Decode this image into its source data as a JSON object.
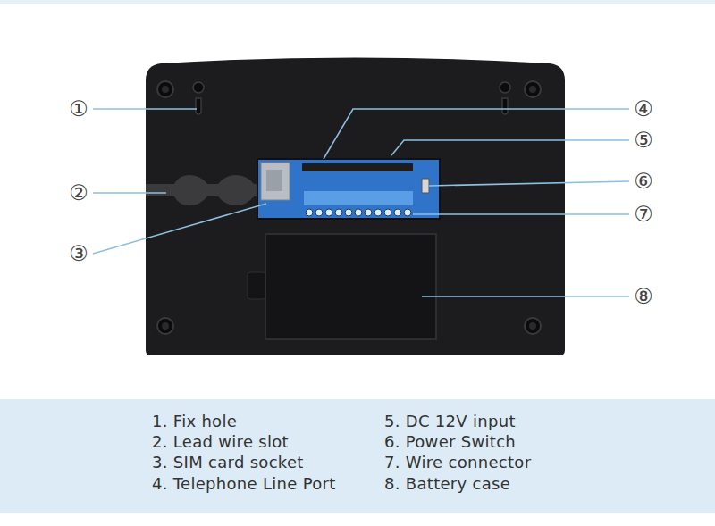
{
  "diagram": {
    "nodes": [
      {
        "text": [
          "1. Fix hole",
          "2. Lead wire slot",
          "3. SIM card socket",
          "4. Telephone Line Port",
          "5. DC 12V input",
          "6. Power Switch",
          "7. Wire connector",
          "8. Battery case"
        ]
      }
    ],
    "labels": [
      "①",
      "②",
      "③",
      "④",
      "⑤",
      "⑥",
      "⑦",
      "⑧"
    ]
  }
}
